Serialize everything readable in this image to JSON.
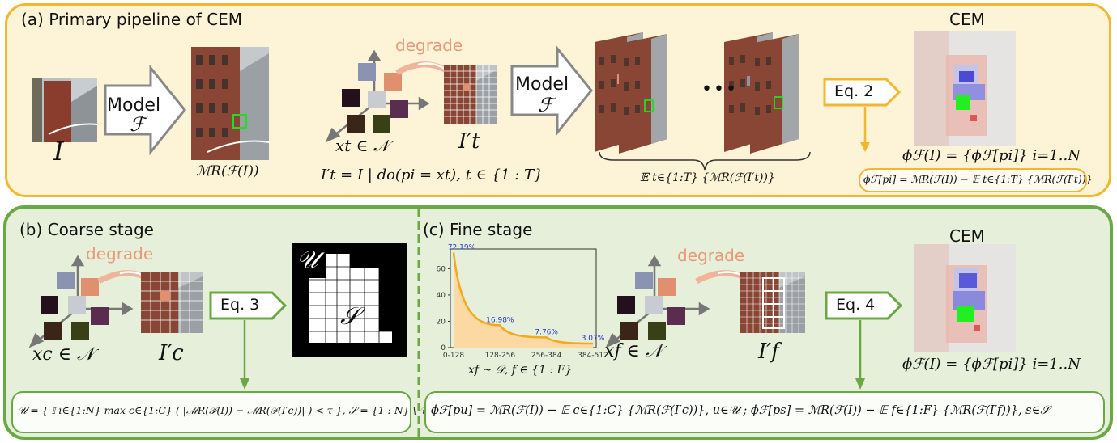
{
  "panel_a": {
    "title": "(a) Primary pipeline of CEM",
    "input_label": "I",
    "model_word": "Model",
    "model_symbol": "ℱ",
    "model_output_label": "ℳR(ℱ(I))",
    "degrade": "degrade",
    "noise_label": "xt ∈ 𝒩",
    "degraded_label": "I′t",
    "intervention_eq": "I′t = I | do(pi = xt), t ∈ {1 : T}",
    "ellipsis": "•••",
    "expectation_label": "𝔼 t∈{1:T} {ℳR(ℱ(I′t))}",
    "cem_title": "CEM",
    "eq2": "Eq. 2",
    "phi_def": "ϕℱ(I) = {ϕℱ[pi]} i=1..N",
    "phi_eq": "ϕℱ[pi] = ℳR(ℱ(I)) − 𝔼 t∈{1:T} {ℳR(ℱ(I′t))}"
  },
  "panel_b": {
    "title": "(b) Coarse stage",
    "degrade": "degrade",
    "noise_label": "xc ∈ 𝒩",
    "degraded_label": "I′c",
    "eq3": "Eq. 3",
    "mask_u": "𝒰",
    "mask_s": "𝒮",
    "bottom_eq": "𝒰 = { 𝕀 i∈{1:N} max c∈{1:C} ( |ℳR(ℱ(I)) − ℳR(ℱ(I′c))| ) < τ },  𝒮 = {1 : N} \\ 𝒰"
  },
  "panel_c": {
    "title": "(c) Fine stage",
    "degrade": "degrade",
    "noise_label": "xf ∈ 𝒩",
    "degraded_label": "I′f",
    "eq4": "Eq. 4",
    "cem_title": "CEM",
    "phi_def": "ϕℱ(I) = {ϕℱ[pi]} i=1..N",
    "chart_caption": "xf ~ 𝒟,  f ∈ {1 : F}",
    "bottom_eq": "ϕℱ[pu] = ℳR(ℱ(I)) − 𝔼 c∈{1:C} {ℳR(ℱ(I′c))}, u∈𝒰 ;  ϕℱ[ps] = ℳR(ℱ(I)) − 𝔼 f∈{1:F} {ℳR(ℱ(I′f))}, s∈𝒮"
  },
  "chart_data": {
    "type": "area",
    "categories": [
      "0-128",
      "128-256",
      "256-384",
      "384-512"
    ],
    "values": [
      72.19,
      16.98,
      7.76,
      3.07
    ],
    "point_labels": [
      "72.19%",
      "16.98%",
      "7.76%",
      "3.07%"
    ],
    "yticks": [
      "0",
      "20",
      "40",
      "60"
    ],
    "ylim": [
      0,
      75
    ],
    "line_color": "#f4a81d",
    "fill_color": "#fcd9a3",
    "label_color": "#2233cc"
  }
}
